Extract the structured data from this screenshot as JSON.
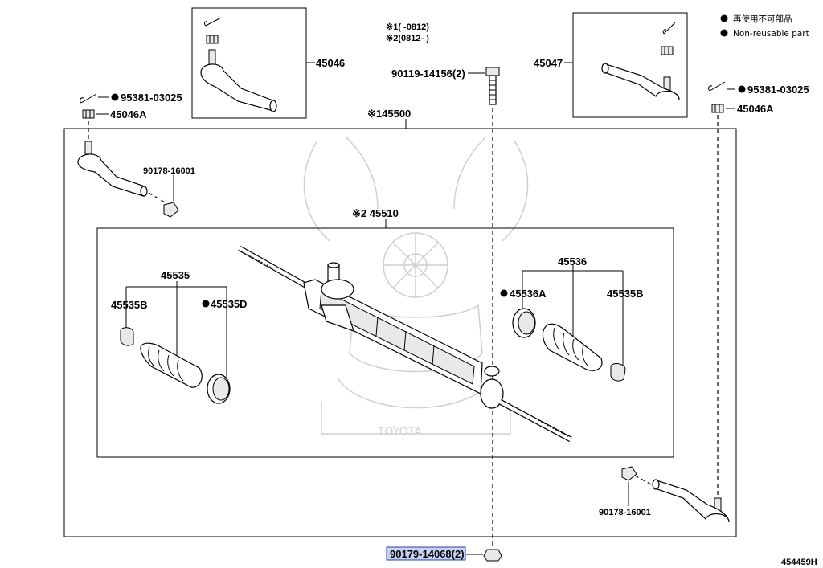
{
  "legend": {
    "jp": "再使用不可部品",
    "en": "Non-reusable part"
  },
  "notes": {
    "note1": "※1(      -0812)",
    "note2": "※2(0812-      )"
  },
  "labels": {
    "p45046": "45046",
    "p45047": "45047",
    "p95381_left": "95381-03025",
    "p95381_right": "95381-03025",
    "p45046A_left": "45046A",
    "p45046A_right": "45046A",
    "p90119": "90119-14156(2)",
    "p45500": "※145500",
    "p90178_left": "90178-16001",
    "p90178_right": "90178-16001",
    "p45510": "※2 45510",
    "p45535": "45535",
    "p45535B_left": "45535B",
    "p45535D": "45535D",
    "p45536": "45536",
    "p45536A": "45536A",
    "p45535B_right": "45535B",
    "p90179": "90179-14068(2)",
    "diagram_code": "454459H"
  }
}
